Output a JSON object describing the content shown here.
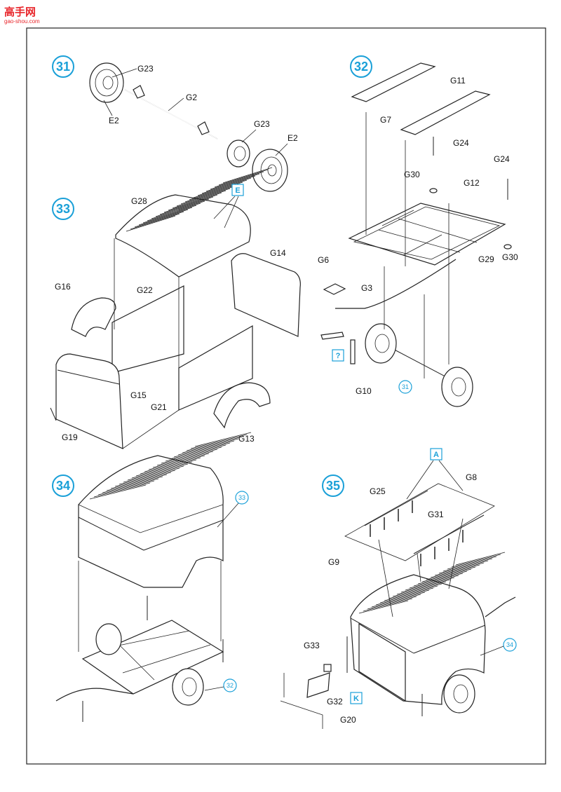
{
  "watermark": {
    "brand": "高手网",
    "site": "gao-shou.com"
  },
  "colors": {
    "accent": "#1aa0d8",
    "watermark": "#e8262b",
    "line": "#222222"
  },
  "steps": [
    {
      "number": "31",
      "labels": [
        "G23",
        "G2",
        "E2",
        "G23",
        "E2"
      ]
    },
    {
      "number": "32",
      "labels": [
        "G7",
        "G11",
        "G24",
        "G24",
        "G30",
        "G12",
        "G29",
        "G30",
        "G6",
        "G3",
        "G10"
      ],
      "box": "?",
      "ref": "31"
    },
    {
      "number": "33",
      "labels": [
        "G28",
        "G14",
        "G16",
        "G22",
        "G15",
        "G21",
        "G19",
        "G13"
      ],
      "box": "E"
    },
    {
      "number": "34",
      "ref_top": "33",
      "ref_bottom": "32"
    },
    {
      "number": "35",
      "labels": [
        "G8",
        "G25",
        "G31",
        "G9",
        "G33",
        "G32",
        "G20"
      ],
      "box_top": "A",
      "box_bottom": "K",
      "ref": "34"
    }
  ]
}
